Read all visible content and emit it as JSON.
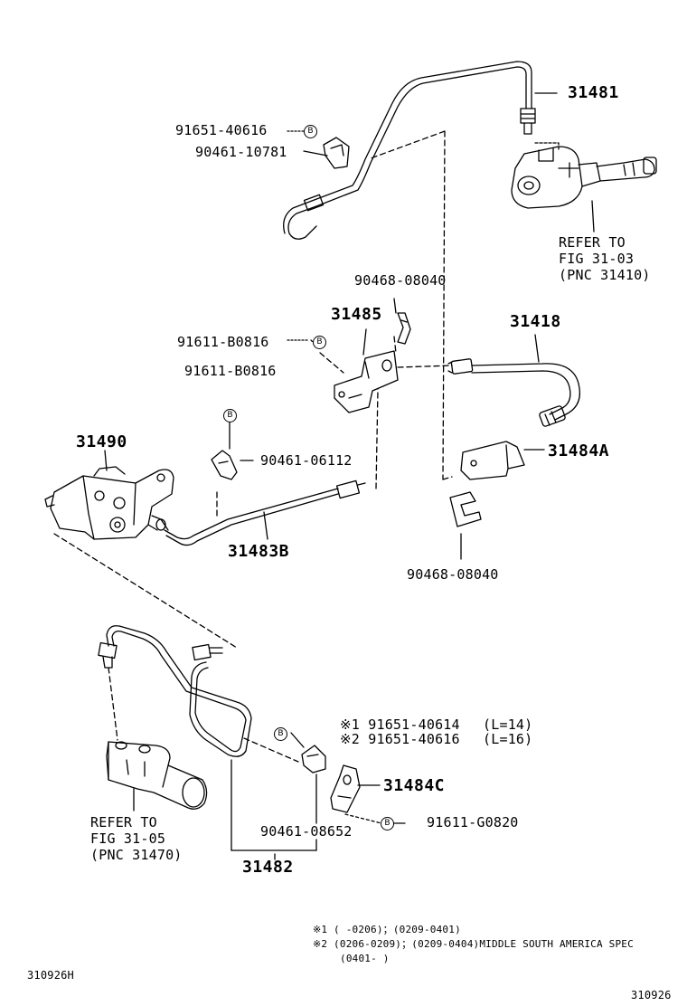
{
  "parts": {
    "p31481": "31481",
    "p91651_40616": "91651-40616",
    "p90461_10781": "90461-10781",
    "refer_top": [
      "REFER TO",
      "FIG 31-03",
      "(PNC 31410)"
    ],
    "p90468_08040_top": "90468-08040",
    "p31485": "31485",
    "p31418": "31418",
    "p91611_B0816_a": "91611-B0816",
    "p91611_B0816_b": "91611-B0816",
    "p31490": "31490",
    "p90461_06112": "90461-06112",
    "p31484A": "31484A",
    "p31483B": "31483B",
    "p90468_08040_bot": "90468-08040",
    "p91651_40614": "※1 91651-40614",
    "p91651_40614_len": "(L=14)",
    "p91651_40616_b": "※2 91651-40616",
    "p91651_40616_len": "(L=16)",
    "p31484C": "31484C",
    "refer_bottom": [
      "REFER TO",
      "FIG 31-05",
      "(PNC 31470)"
    ],
    "p90461_08652": "90461-08652",
    "p91611_G0820": "91611-G0820",
    "p31482": "31482",
    "bolt_marker": "B"
  },
  "notes": {
    "n1": "※1 (    -0206)；(0209-0401)",
    "n2": "※2 (0206-0209)；(0209-0404)MIDDLE SOUTH AMERICA SPEC",
    "n3": "(0401-    )"
  },
  "footer": {
    "left_code": "310926H",
    "right_code": "310926"
  }
}
